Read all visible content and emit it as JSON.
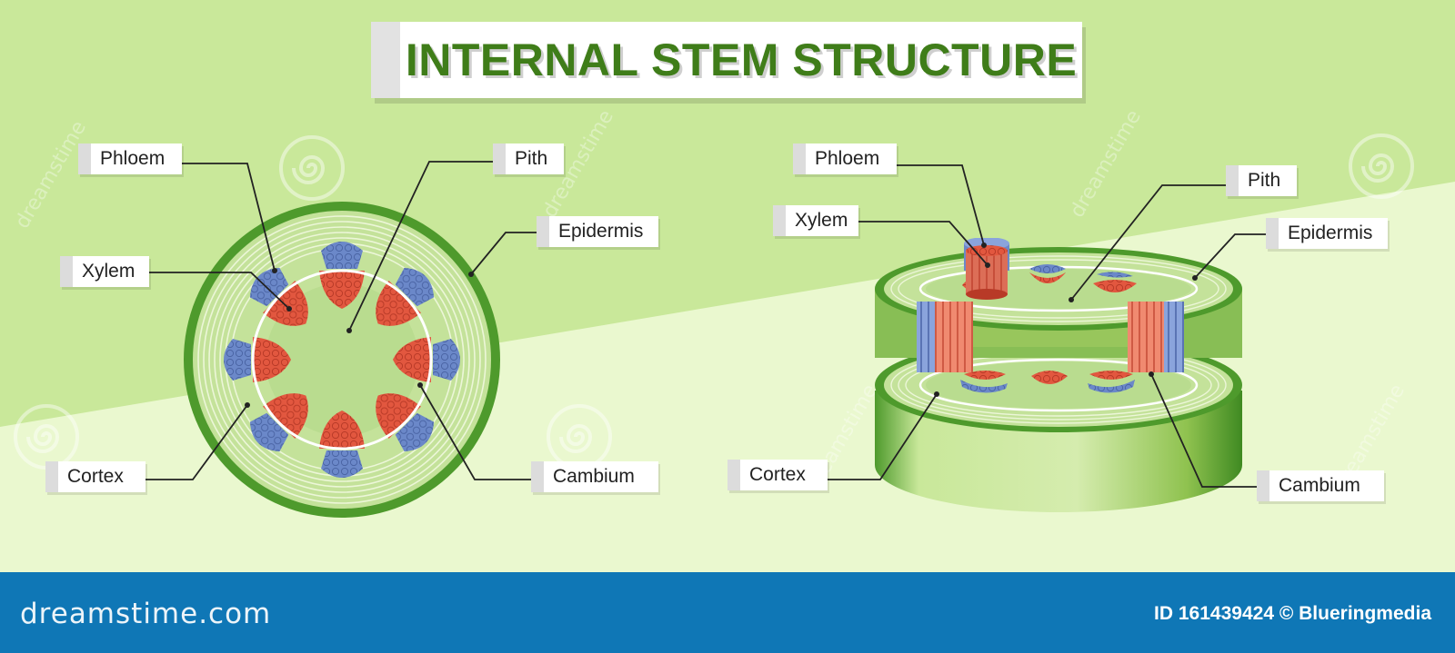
{
  "title": "INTERNAL STEM STRUCTURE",
  "left_diagram": {
    "labels": {
      "phloem": "Phloem",
      "pith": "Pith",
      "epidermis": "Epidermis",
      "xylem": "Xylem",
      "cortex": "Cortex",
      "cambium": "Cambium"
    }
  },
  "right_diagram": {
    "labels": {
      "phloem": "Phloem",
      "xylem": "Xylem",
      "pith": "Pith",
      "epidermis": "Epidermis",
      "cortex": "Cortex",
      "cambium": "Cambium"
    }
  },
  "footer": {
    "logo": "dreamstime.com",
    "credit": "ID 161439424 © Blueringmedia"
  },
  "watermark": {
    "text": "dreamstime"
  },
  "colors": {
    "background_dark": "#c9e89a",
    "background_light": "#eaf8cf",
    "stem_green": "#4e9a2c",
    "phloem_blue": "#6b88c9",
    "xylem_red": "#e2573f",
    "title_green": "#3f7d19",
    "footer_blue": "#0f77b6"
  }
}
